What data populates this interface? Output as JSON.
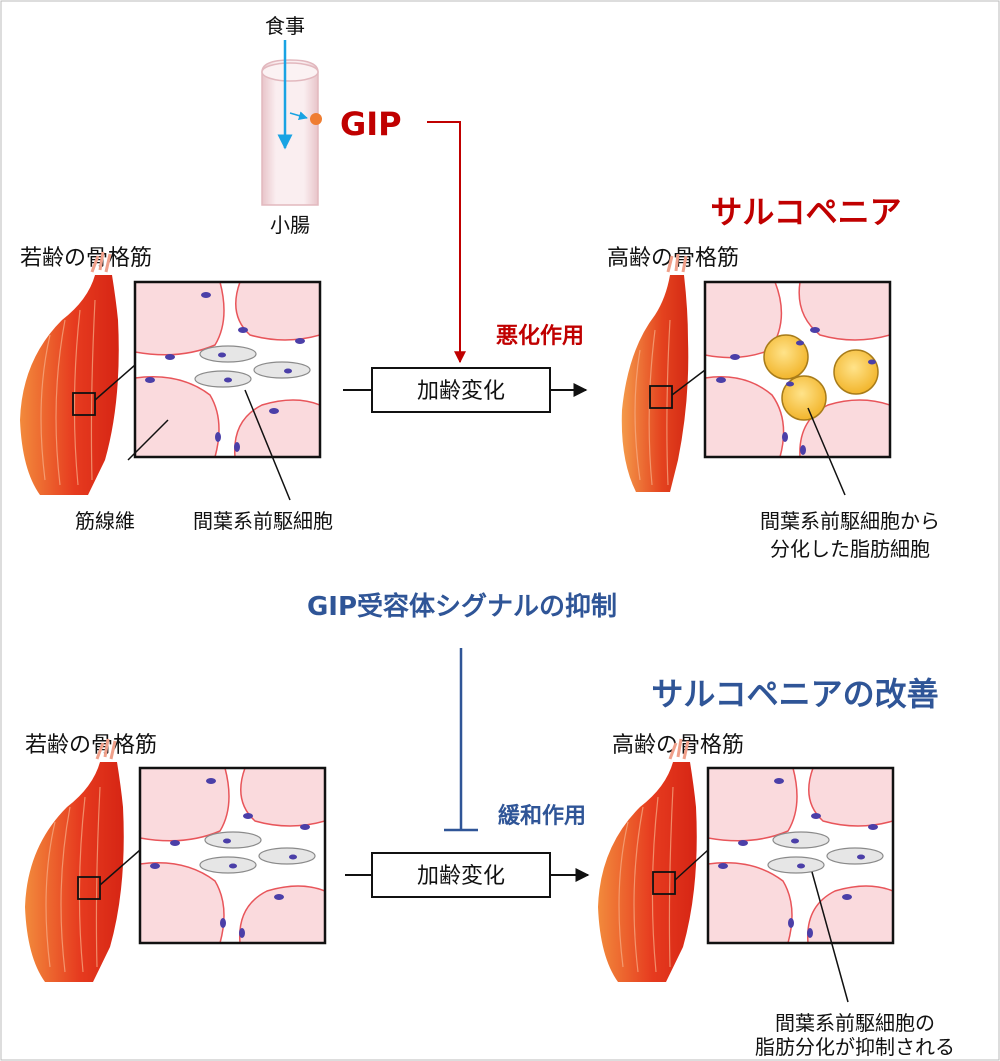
{
  "intestine": {
    "food_label": "食事",
    "organ_label": "小腸"
  },
  "gip": {
    "label": "GIP",
    "effect_label": "悪化作用"
  },
  "top": {
    "young_title": "若齢の骨格筋",
    "old_title": "高齢の骨格筋",
    "sarcopenia_label": "サルコペニア",
    "aging_label": "加齢変化",
    "fiber_label": "筋線維",
    "mesenchymal_label": "間葉系前駆細胞",
    "adipocyte_label_line1": "間葉系前駆細胞から",
    "adipocyte_label_line2": "分化した脂肪細胞"
  },
  "middle": {
    "suppression_label": "GIP受容体シグナルの抑制"
  },
  "bottom": {
    "young_title": "若齢の骨格筋",
    "old_title": "高齢の骨格筋",
    "improvement_label": "サルコペニアの改善",
    "aging_label": "加齢変化",
    "relief_label": "緩和作用",
    "note_line1": "間葉系前駆細胞の",
    "note_line2": "脂肪分化が抑制される"
  },
  "colors": {
    "red_accent": "#c00000",
    "blue_accent": "#2f5597",
    "fiber_fill": "#fadadd",
    "fiber_stroke": "#e8555a",
    "nucleus": "#4b3fa8",
    "adipocyte": "#f6c244",
    "food_arrow": "#19a3e3",
    "gip_dot": "#ef7d32"
  }
}
